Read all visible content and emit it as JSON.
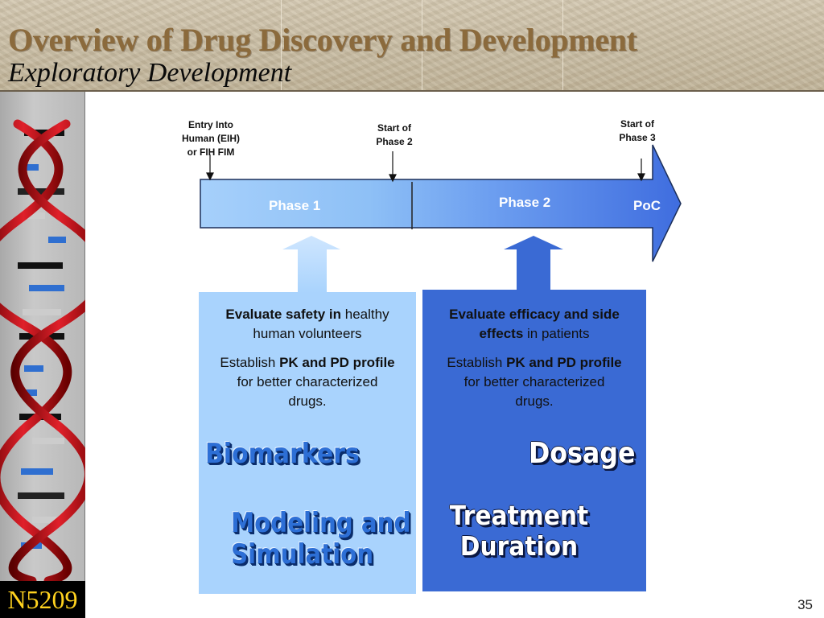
{
  "header": {
    "title": "Overview of Drug Discovery and Development",
    "subtitle": "Exploratory Development"
  },
  "sidebar": {
    "code": "N5209"
  },
  "timeline": {
    "markers": {
      "eih": [
        "Entry Into",
        "Human (EIH)",
        "or FIH FIM"
      ],
      "phase2_start": [
        "Start of",
        "Phase 2"
      ],
      "phase3_start": [
        "Start of",
        "Phase 3"
      ]
    },
    "phase1_label": "Phase 1",
    "phase2_label": "Phase 2",
    "poc_label": "PoC"
  },
  "box1": {
    "line1_bold": "Evaluate safety in",
    "line1_rest": " healthy human volunteers",
    "line2_pre": "Establish ",
    "line2_bold": "PK and PD profile",
    "line2_rest": " for better characterized drugs.",
    "wordart1": "Biomarkers",
    "wordart2_a": "Modeling and",
    "wordart2_b": "Simulation"
  },
  "box2": {
    "line1_bold": "Evaluate efficacy and side effects",
    "line1_rest": " in patients",
    "line2_pre": "Establish ",
    "line2_bold": "PK and PD profile",
    "line2_rest": " for better characterized drugs.",
    "wordart1": "Dosage",
    "wordart2_a": "Treatment",
    "wordart2_b": "Duration"
  },
  "page_number": "35",
  "colors": {
    "title": "#8b6a3c",
    "phase1_bar": "#8fc0f7",
    "phase2_bar": "#4a7fe0",
    "box1": "#a9d3fd",
    "box2": "#3a6ad4",
    "code_text": "#ffd21f"
  }
}
